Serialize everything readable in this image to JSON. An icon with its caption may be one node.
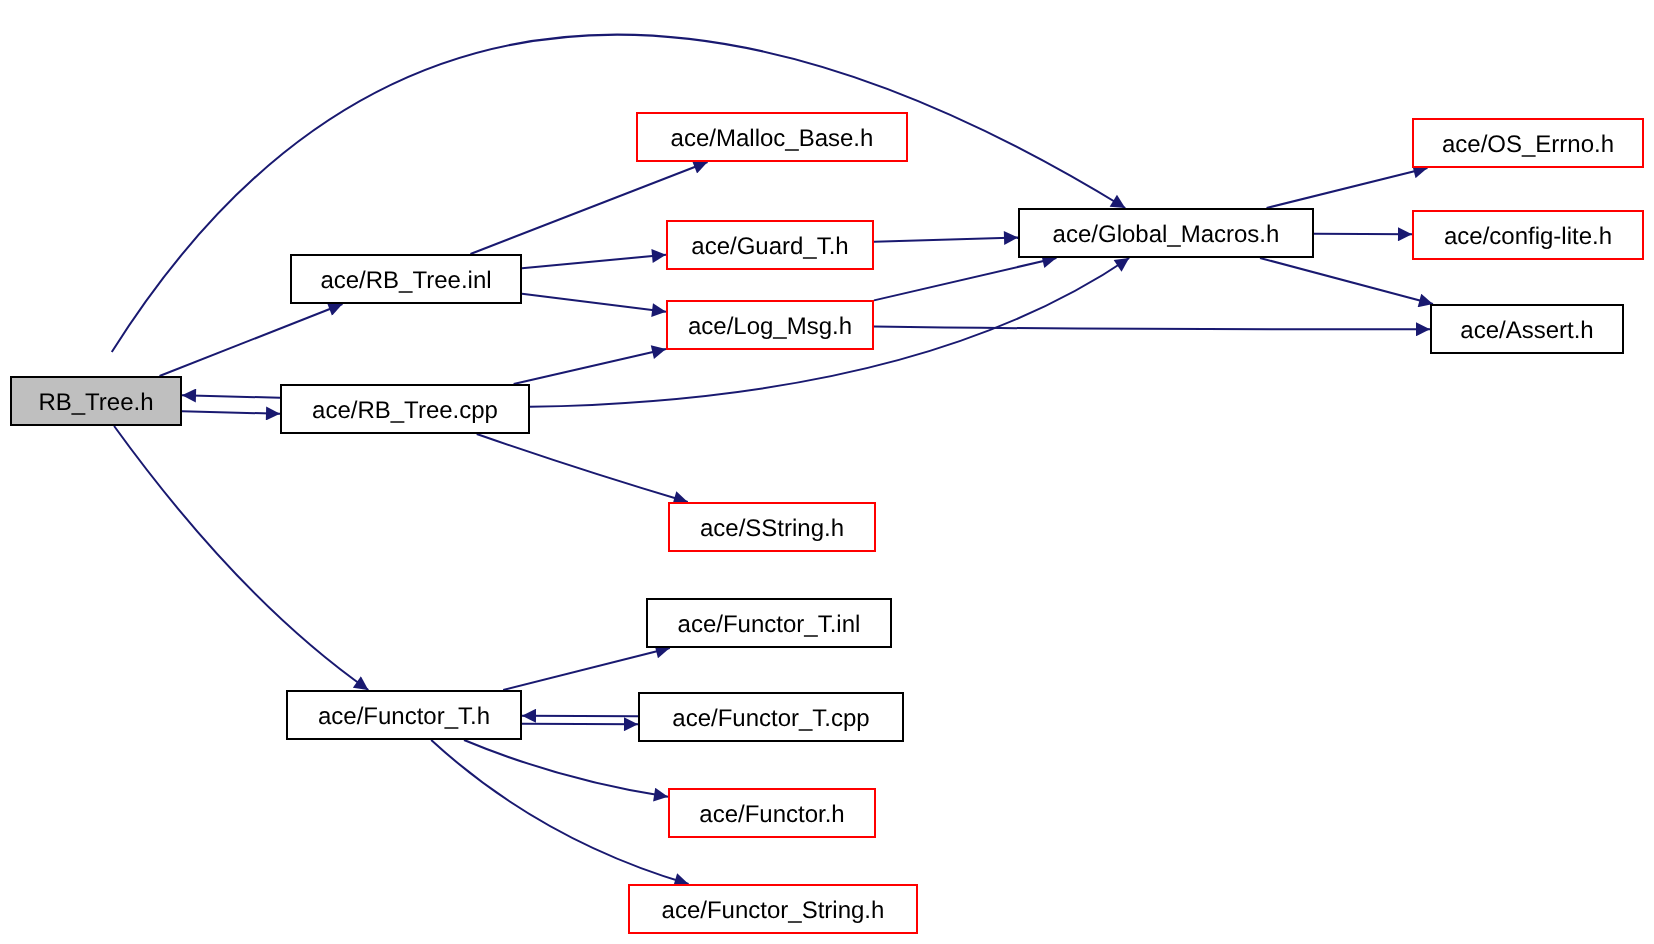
{
  "diagram": {
    "nodes": [
      {
        "text": [
          "RB_Tree.h"
        ]
      },
      {
        "text": [
          "ace/RB_Tree.inl"
        ]
      },
      {
        "text": [
          "ace/RB_Tree.cpp"
        ]
      },
      {
        "text": [
          "ace/Malloc_Base.h"
        ]
      },
      {
        "text": [
          "ace/Guard_T.h"
        ]
      },
      {
        "text": [
          "ace/Log_Msg.h"
        ]
      },
      {
        "text": [
          "ace/Global_Macros.h"
        ]
      },
      {
        "text": [
          "ace/OS_Errno.h"
        ]
      },
      {
        "text": [
          "ace/config-lite.h"
        ]
      },
      {
        "text": [
          "ace/Assert.h"
        ]
      },
      {
        "text": [
          "ace/SString.h"
        ]
      },
      {
        "text": [
          "ace/Functor_T.h"
        ]
      },
      {
        "text": [
          "ace/Functor_T.inl"
        ]
      },
      {
        "text": [
          "ace/Functor_T.cpp"
        ]
      },
      {
        "text": [
          "ace/Functor.h"
        ]
      },
      {
        "text": [
          "ace/Functor_String.h"
        ]
      }
    ],
    "edges": [
      {
        "from": 0,
        "to": 6,
        "arrow": "to"
      },
      {
        "from": 0,
        "to": 1,
        "arrow": "to"
      },
      {
        "from": 0,
        "to": 2,
        "arrow": "to"
      },
      {
        "from": 0,
        "to": 11,
        "arrow": "to"
      },
      {
        "from": 1,
        "to": 3,
        "arrow": "to"
      },
      {
        "from": 1,
        "to": 4,
        "arrow": "to"
      },
      {
        "from": 1,
        "to": 5,
        "arrow": "to"
      },
      {
        "from": 2,
        "to": 0,
        "arrow": "to"
      },
      {
        "from": 2,
        "to": 5,
        "arrow": "to"
      },
      {
        "from": 2,
        "to": 6,
        "arrow": "to"
      },
      {
        "from": 2,
        "to": 10,
        "arrow": "to"
      },
      {
        "from": 4,
        "to": 6,
        "arrow": "to"
      },
      {
        "from": 5,
        "to": 6,
        "arrow": "to"
      },
      {
        "from": 5,
        "to": 9,
        "arrow": "to"
      },
      {
        "from": 6,
        "to": 7,
        "arrow": "to"
      },
      {
        "from": 6,
        "to": 8,
        "arrow": "to"
      },
      {
        "from": 6,
        "to": 9,
        "arrow": "to"
      },
      {
        "from": 11,
        "to": 12,
        "arrow": "to"
      },
      {
        "from": 11,
        "to": 13,
        "arrow": "to"
      },
      {
        "from": 11,
        "to": 14,
        "arrow": "to"
      },
      {
        "from": 11,
        "to": 15,
        "arrow": "to"
      },
      {
        "from": 13,
        "to": 11,
        "arrow": "to"
      }
    ]
  }
}
